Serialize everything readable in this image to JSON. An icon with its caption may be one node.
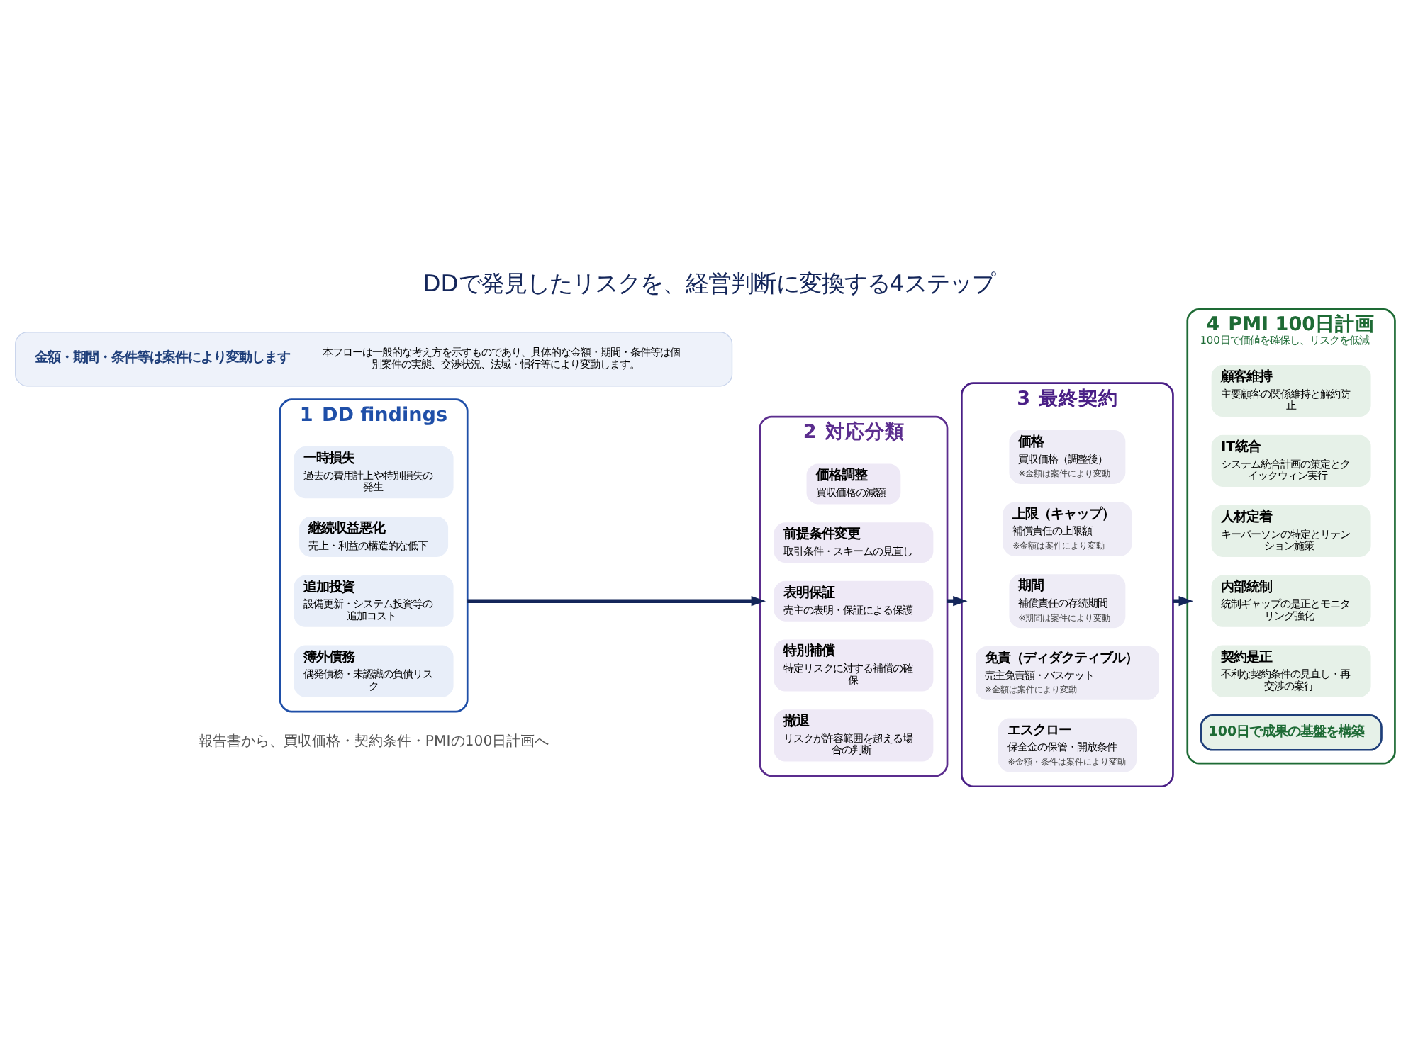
{
  "diagram": {
    "title": "DDで発見したリスクを、経営判断に変換する4ステップ",
    "nodes": [
      {
        "text": [
          "1",
          "DD findings"
        ]
      },
      {
        "text": [
          "一時損失",
          "過去の費用計上や特別損失の発生"
        ],
        "in": 0
      },
      {
        "text": [
          "継続収益悪化",
          "売上・利益の構造的な低下"
        ],
        "in": 0
      },
      {
        "text": [
          "追加投資",
          "設備更新・システム投資等の追加コスト"
        ],
        "in": 0
      },
      {
        "text": [
          "簿外債務",
          "偶発債務・未認識の負債リスク"
        ],
        "in": 0
      },
      {
        "text": [
          "2",
          "対応分類"
        ]
      },
      {
        "text": [
          "価格調整",
          "買収価格の減額"
        ],
        "in": 5
      },
      {
        "text": [
          "前提条件変更",
          "取引条件・スキームの見直し"
        ],
        "in": 5
      },
      {
        "text": [
          "表明保証",
          "売主の表明・保証による保護"
        ],
        "in": 5
      },
      {
        "text": [
          "特別補償",
          "特定リスクに対する補償の確保"
        ],
        "in": 5
      },
      {
        "text": [
          "撤退",
          "リスクが許容範囲を超える場合の判断"
        ],
        "in": 5
      },
      {
        "text": [
          "3",
          "最終契約"
        ]
      },
      {
        "text": [
          "価格",
          "買収価格（調整後）",
          "※金額は案件により変動"
        ],
        "in": 11
      },
      {
        "text": [
          "上限（キャップ）",
          "補償責任の上限額",
          "※金額は案件により変動"
        ],
        "in": 11
      },
      {
        "text": [
          "期間",
          "補償責任の存続期間",
          "※期間は案件により変動"
        ],
        "in": 11
      },
      {
        "text": [
          "免責（ディダクティブル）",
          "売主免責額・バスケット",
          "※金額は案件により変動"
        ],
        "in": 11
      },
      {
        "text": [
          "エスクロー",
          "保全金の保管・開放条件",
          "※金額・条件は案件により変動"
        ],
        "in": 11
      },
      {
        "text": [
          "4",
          "PMI 100日計画",
          "100日で価値を確保し、リスクを低減"
        ]
      },
      {
        "text": [
          "顧客維持",
          "主要顧客の関係維持と解約防止"
        ],
        "in": 17
      },
      {
        "text": [
          "IT統合",
          "システム統合計画の策定とクイックウィン実行"
        ],
        "in": 17
      },
      {
        "text": [
          "人材定着",
          "キーパーソンの特定とリテンション施策"
        ],
        "in": 17
      },
      {
        "text": [
          "内部統制",
          "統制ギャップの是正とモニタリング強化"
        ],
        "in": 17
      },
      {
        "text": [
          "契約是正",
          "不利な契約条件の見直し・再交渉の案行"
        ],
        "in": 17
      },
      {
        "text": [
          "100日で成果の基盤を構築"
        ],
        "in": 17
      },
      {
        "text": [
          "金額・期間・条件等は案件により変動します",
          "本フローは一般的な考え方を示すものであり、具体的な金額・期間・条件等は個別案件の実態、交渉状況、法域・慣行等により変動します。"
        ]
      }
    ],
    "edges": [
      {
        "from": 0,
        "to": 5,
        "arrow": "to"
      },
      {
        "from": 5,
        "to": 11,
        "arrow": "to"
      },
      {
        "from": 11,
        "to": 17,
        "arrow": "to"
      }
    ],
    "labels": [
      "報告書から、買収価格・契約条件・PMIの100日計画へ"
    ]
  }
}
